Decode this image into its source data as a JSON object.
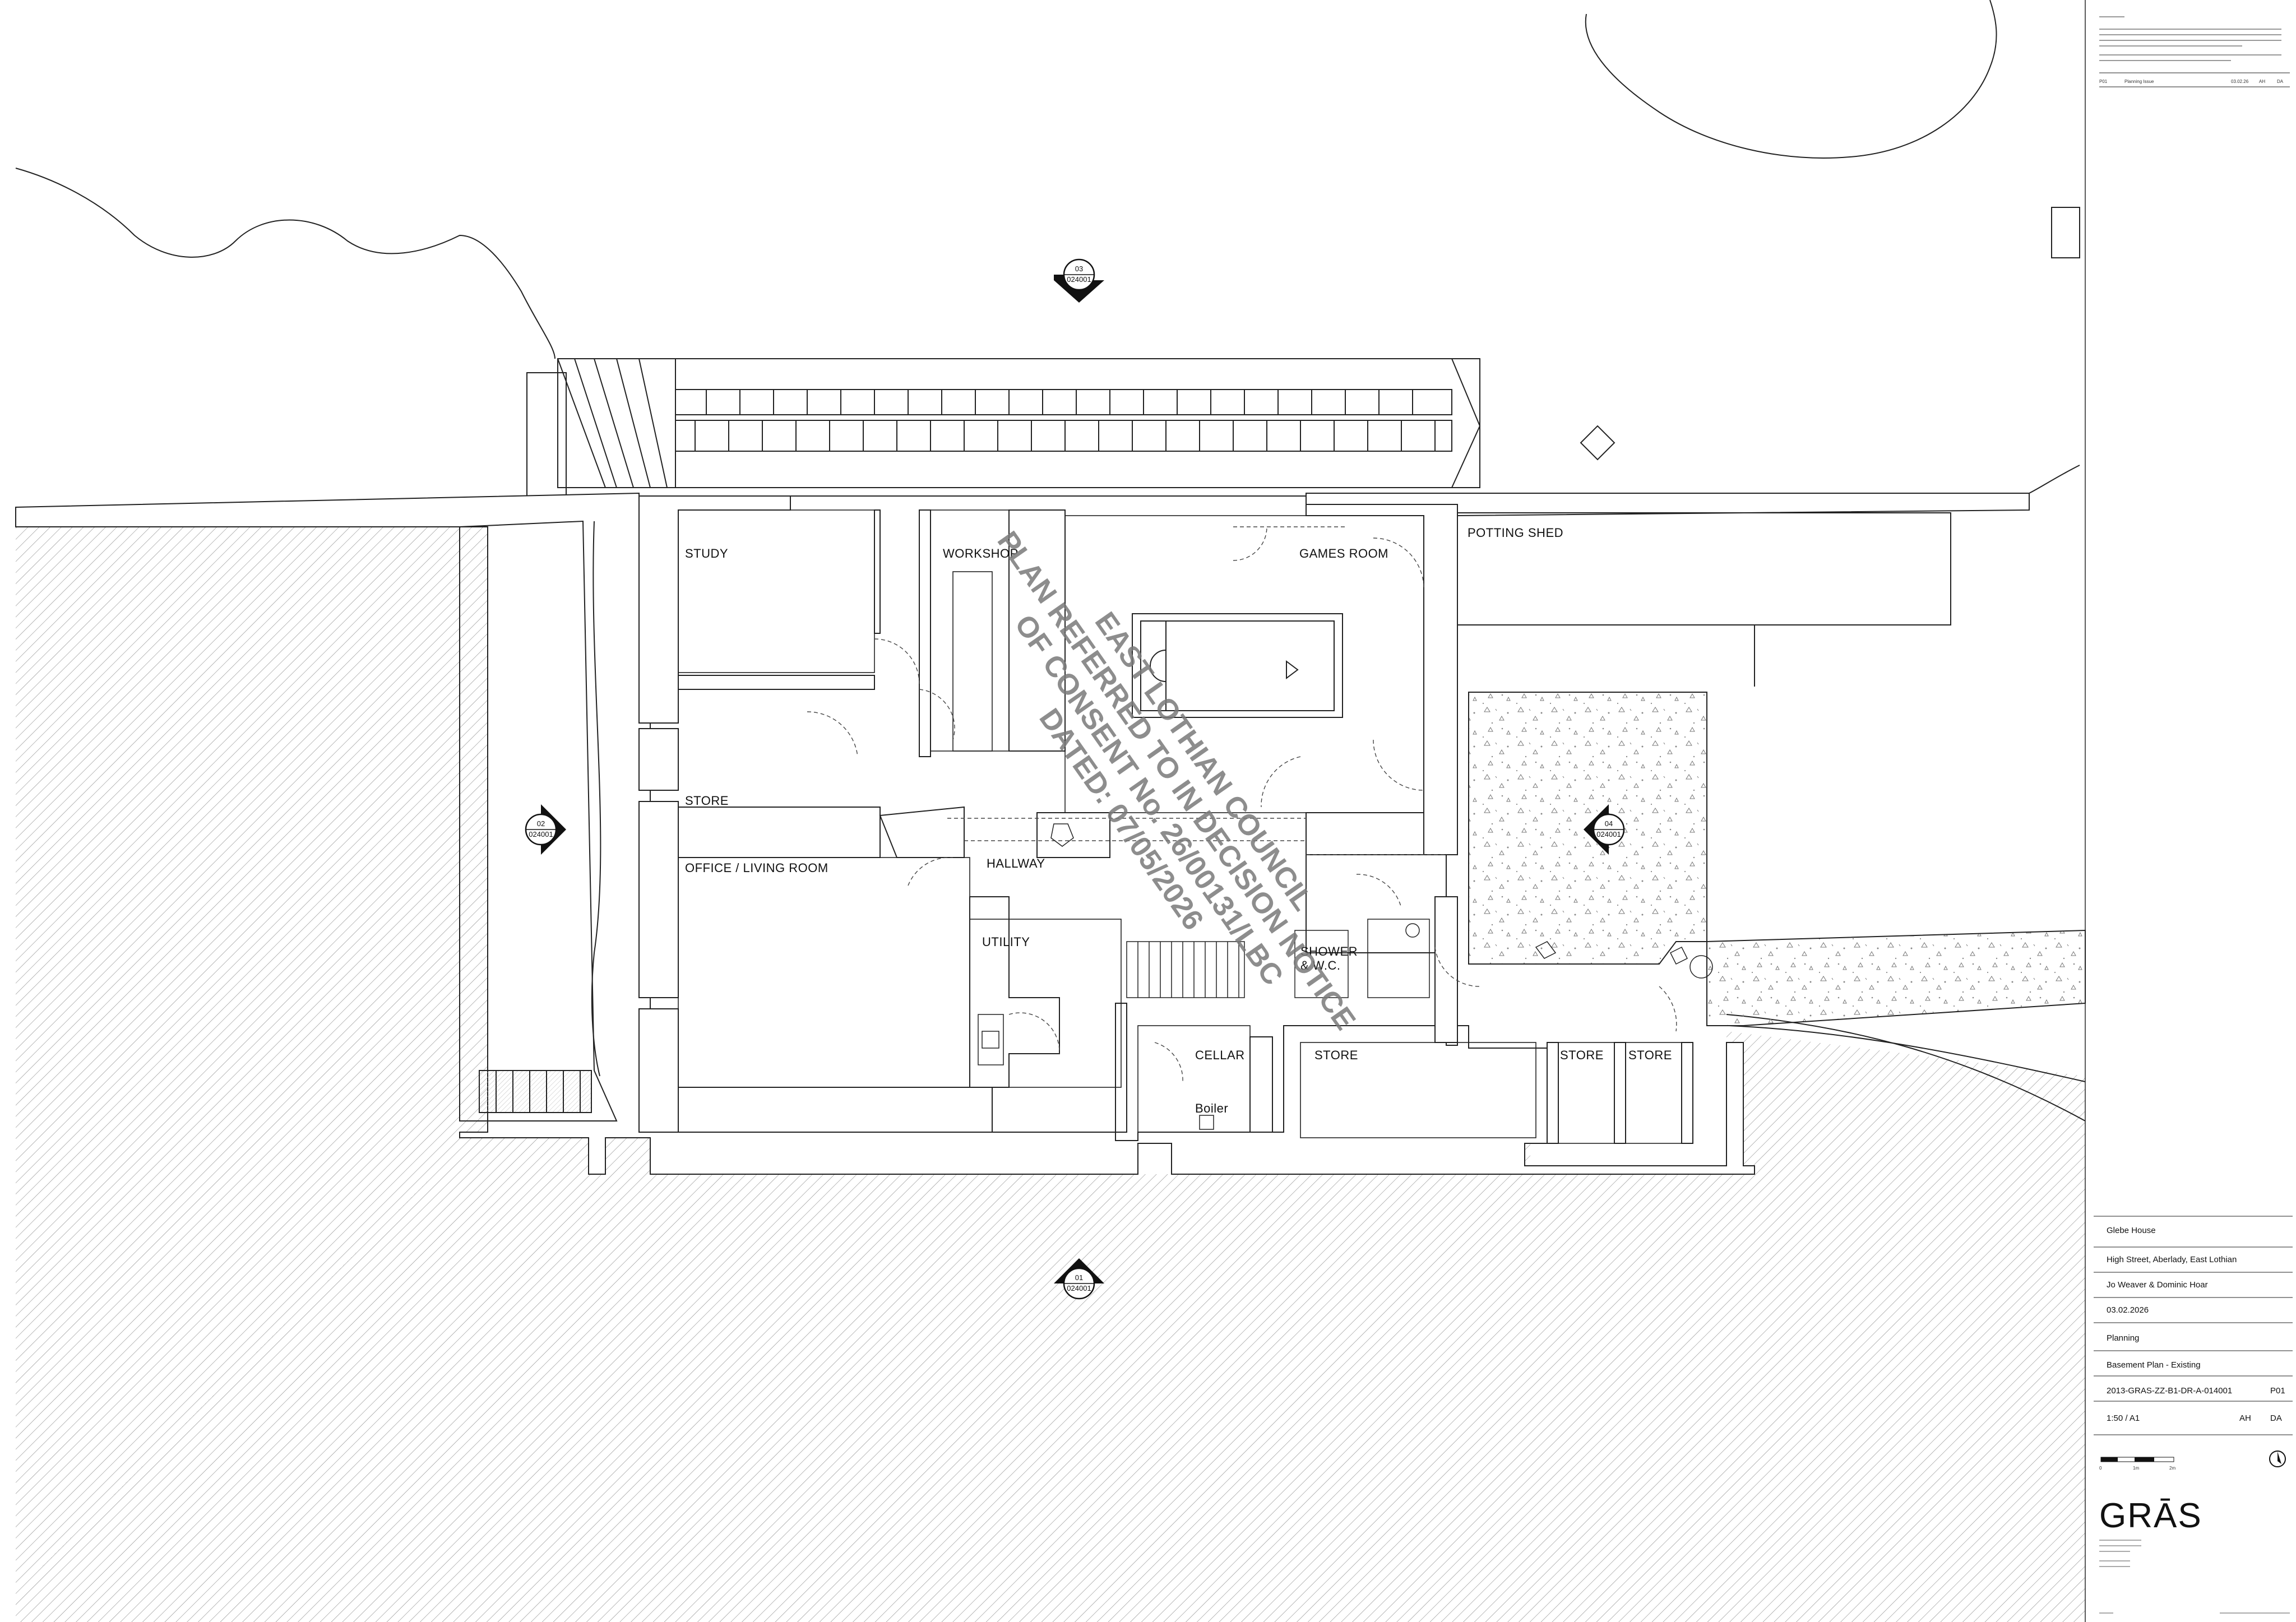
{
  "rooms": {
    "study": "STUDY",
    "workshop": "WORKSHOP",
    "games_room": "GAMES ROOM",
    "potting_shed": "POTTING SHED",
    "store_1": "STORE",
    "office_living": "OFFICE / LIVING ROOM",
    "hallway": "HALLWAY",
    "utility": "UTILITY",
    "shower": "SHOWER",
    "wc": "& W.C.",
    "cellar": "CELLAR",
    "boiler": "Boiler",
    "store_2": "STORE",
    "store_3": "STORE",
    "store_4": "STORE"
  },
  "section_markers": [
    {
      "number": "03",
      "sheet": "024001"
    },
    {
      "number": "02",
      "sheet": "024001"
    },
    {
      "number": "04",
      "sheet": "024001"
    },
    {
      "number": "01",
      "sheet": "024001"
    }
  ],
  "stamp": {
    "line1": "EAST LOTHIAN COUNCIL",
    "line2": "PLAN REFERRED TO IN DECISION NOTICE",
    "line3": "OF CONSENT No. 26/00131/LBC",
    "line4": "DATED: 07/05/2026"
  },
  "title_block": {
    "revision_row": {
      "rev": "P01",
      "description": "Planning Issue",
      "date": "03.02.26",
      "drawn": "AH",
      "checked": "DA"
    },
    "project": "Glebe House",
    "address": "High Street, Aberlady, East Lothian",
    "client": "Jo Weaver & Dominic Hoar",
    "date": "03.02.2026",
    "status": "Planning",
    "drawing_title": "Basement Plan - Existing",
    "drawing_number": "2013-GRAS-ZZ-B1-DR-A-014001",
    "revision": "P01",
    "scale": "1:50 / A1",
    "drawn": "AH",
    "checked": "DA",
    "scale_bar_labels": [
      "0",
      "1m",
      "2m"
    ],
    "logo": "GRĀS"
  }
}
